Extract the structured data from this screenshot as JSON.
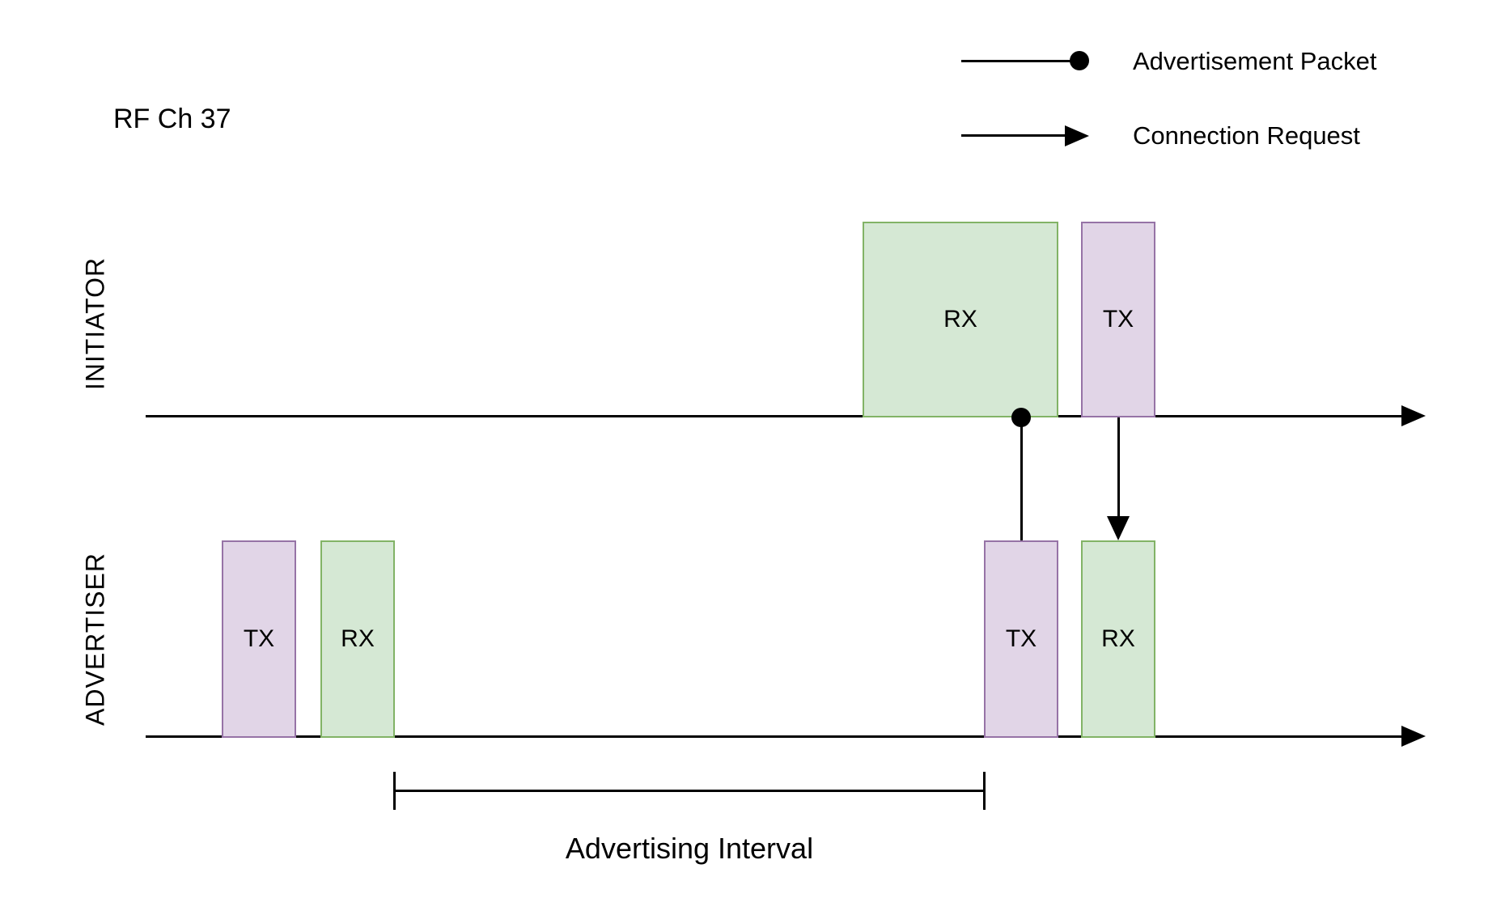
{
  "title": "RF Ch 37",
  "legend": {
    "items": [
      {
        "symbol": "advertisement-packet-line-with-dot",
        "label": "Advertisement Packet"
      },
      {
        "symbol": "connection-request-arrow",
        "label": "Connection Request"
      }
    ]
  },
  "lanes": {
    "initiator": {
      "name": "INITIATOR",
      "blocks": [
        {
          "label": "RX",
          "type": "rx"
        },
        {
          "label": "TX",
          "type": "tx"
        }
      ]
    },
    "advertiser": {
      "name": "ADVERTISER",
      "blocks": [
        {
          "label": "TX",
          "type": "tx"
        },
        {
          "label": "RX",
          "type": "rx"
        },
        {
          "label": "TX",
          "type": "tx"
        },
        {
          "label": "RX",
          "type": "rx"
        }
      ]
    }
  },
  "annotations": {
    "interval_label": "Advertising Interval"
  },
  "colors": {
    "rx_fill": "#d5e8d4",
    "rx_border": "#82b366",
    "tx_fill": "#e1d5e7",
    "tx_border": "#9673a6",
    "line": "#000000",
    "background": "#ffffff"
  }
}
